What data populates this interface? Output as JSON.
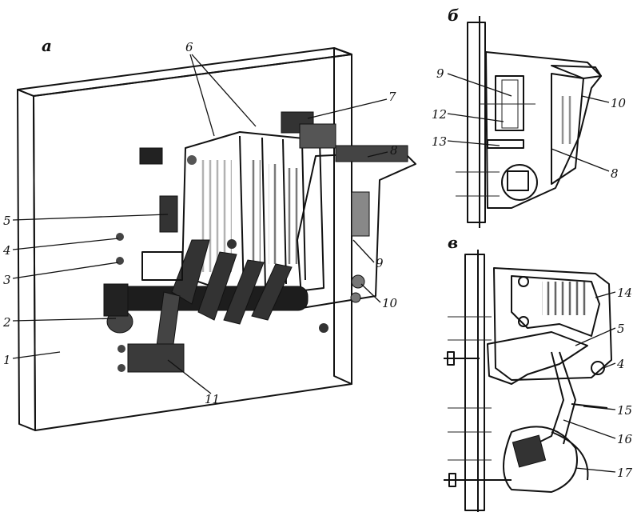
{
  "panels": {
    "a": "а",
    "b": "б",
    "c": "в"
  },
  "labels_a": [
    "1",
    "2",
    "3",
    "4",
    "5",
    "6",
    "7",
    "8",
    "9",
    "10",
    "11"
  ],
  "labels_b": [
    "9",
    "12",
    "13",
    "10",
    "8"
  ],
  "labels_c": [
    "14",
    "5",
    "4",
    "15",
    "16",
    "17"
  ]
}
